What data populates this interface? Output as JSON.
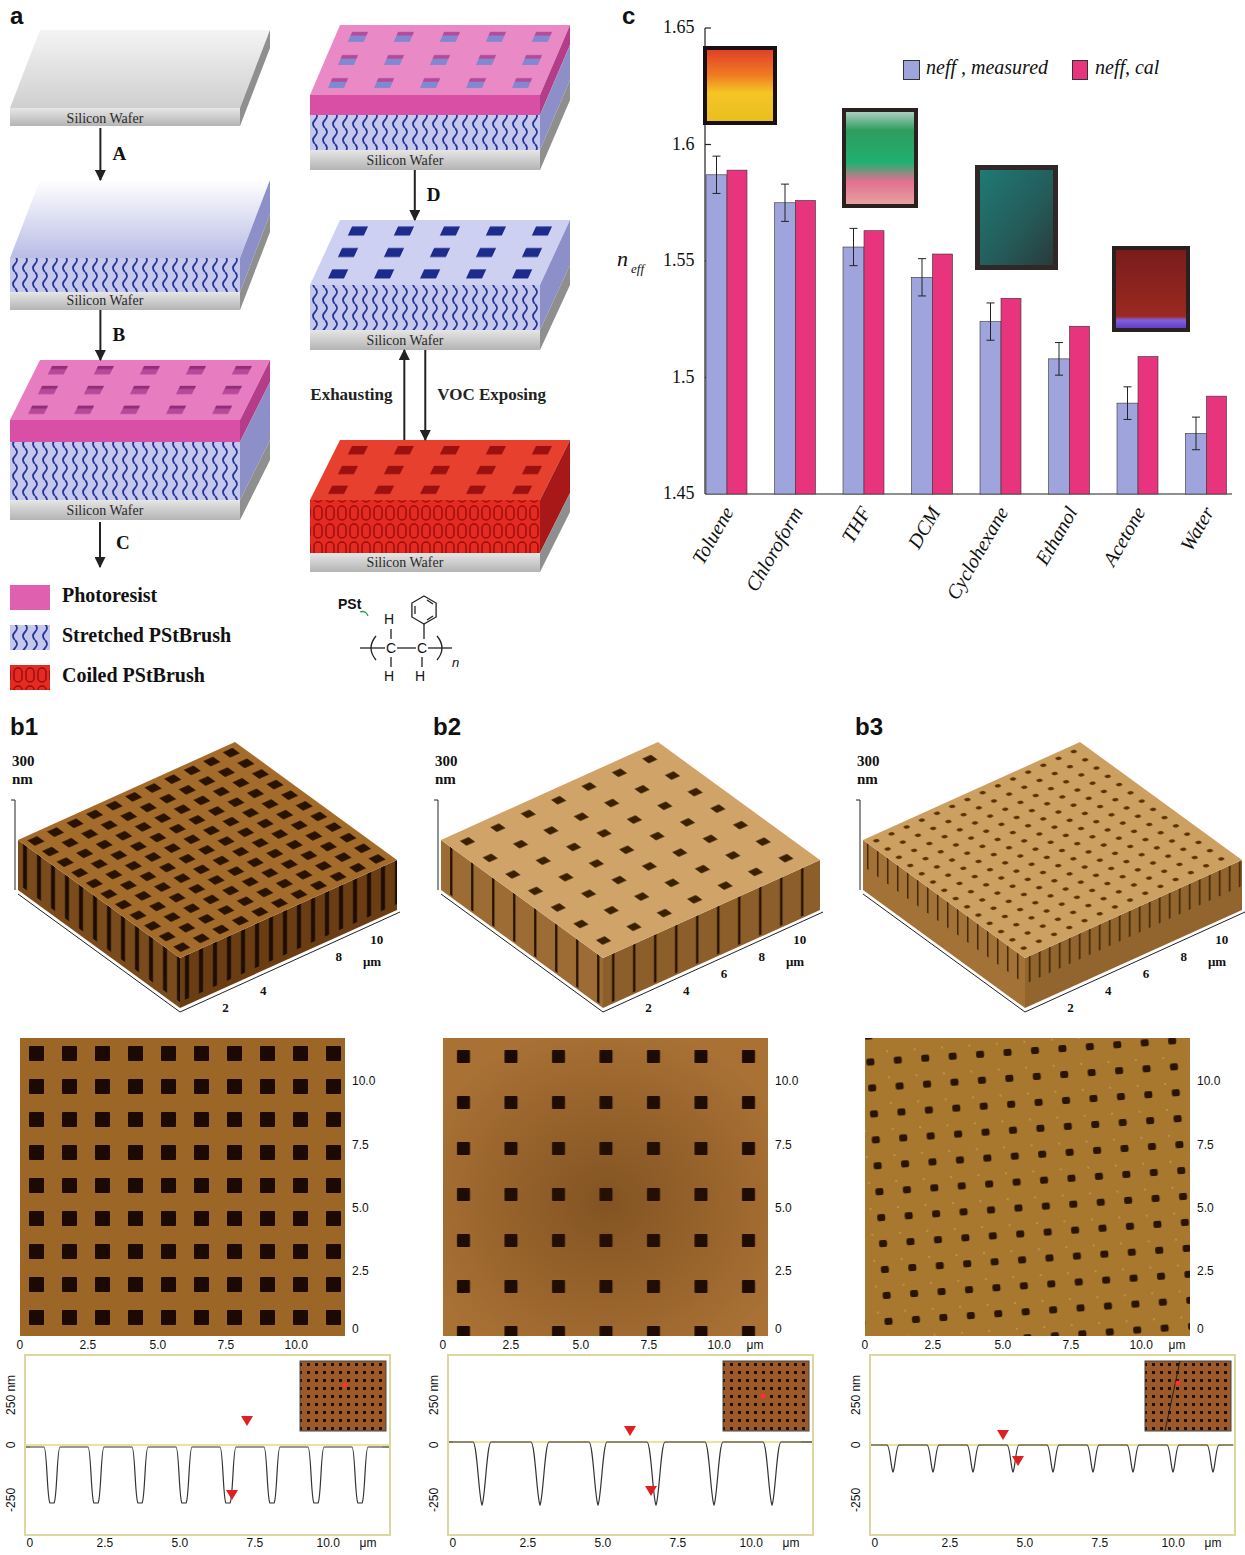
{
  "diagram": {
    "nodes": [
      {
        "text": [
          "Silicon Wafer"
        ]
      },
      {
        "text": [
          "Silicon Wafer"
        ]
      },
      {
        "text": [
          "Silicon Wafer"
        ]
      },
      {
        "text": [
          "Silicon Wafer"
        ]
      },
      {
        "text": [
          "Silicon Wafer"
        ]
      },
      {
        "text": [
          "Silicon Wafer"
        ]
      }
    ],
    "edges": [
      {
        "from": 0,
        "to": 1,
        "arrow": "to",
        "label": "A"
      },
      {
        "from": 1,
        "to": 2,
        "arrow": "to",
        "label": "B"
      },
      {
        "from": 3,
        "to": 4,
        "arrow": "to",
        "label": "D"
      },
      {
        "from": 5,
        "to": 4,
        "arrow": "to",
        "label": "Exhausting"
      },
      {
        "from": 4,
        "to": 5,
        "arrow": "to",
        "label": "VOC Exposing"
      }
    ],
    "labels": [
      "a",
      "C",
      "PSt",
      "H",
      "C",
      "C",
      "n",
      "H",
      "H",
      "c",
      "1.65",
      "1.6",
      "1.55",
      "1.5",
      "1.45",
      "n",
      "eff",
      "Toluene",
      "Chloroform",
      "THF",
      "DCM",
      "Cyclohexane",
      "Ethanol",
      "Acetone",
      "Water",
      "b1",
      "300 nm",
      "2",
      "4",
      "8",
      "10",
      "μm",
      "10.0",
      "7.5",
      "5.0",
      "2.5",
      "0",
      "0",
      "2.5",
      "5.0",
      "7.5",
      "10.0",
      "250 nm",
      "0",
      "-250",
      "0",
      "2.5",
      "5.0",
      "7.5",
      "10.0",
      "μm",
      "b2",
      "300 nm",
      "2",
      "4",
      "6",
      "8",
      "10",
      "μm",
      "10.0",
      "7.5",
      "5.0",
      "2.5",
      "0",
      "0",
      "2.5",
      "5.0",
      "7.5",
      "10.0",
      "μm",
      "250 nm",
      "0",
      "-250",
      "0",
      "2.5",
      "5.0",
      "7.5",
      "10.0",
      "μm",
      "b3",
      "300 nm",
      "2",
      "4",
      "6",
      "8",
      "10",
      "μm",
      "10.0",
      "7.5",
      "5.0",
      "2.5",
      "0",
      "0",
      "2.5",
      "5.0",
      "7.5",
      "10.0",
      "μm",
      "250 nm",
      "0",
      "-250",
      "0",
      "2.5",
      "5.0",
      "7.5",
      "10.0",
      "μm"
    ],
    "legend": [
      {
        "text": "Photoresist",
        "color": "#e060b0"
      },
      {
        "text": "Stretched PStBrush"
      },
      {
        "text": "Coiled PStBrush"
      },
      {
        "text": "neff , measured",
        "color": "#9fa4dc"
      },
      {
        "text": "neff, cal",
        "color": "#e8347c"
      }
    ]
  }
}
